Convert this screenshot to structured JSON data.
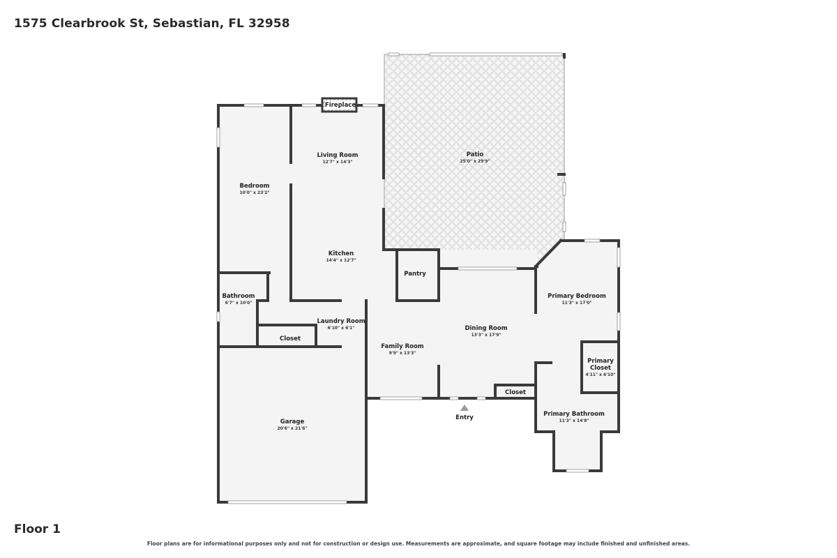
{
  "header": {
    "address": "1575 Clearbrook St, Sebastian, FL 32958"
  },
  "floor": {
    "label": "Floor 1"
  },
  "rooms": {
    "patio": {
      "name": "Patio",
      "dims": "25'0\" x 29'9\""
    },
    "living_room": {
      "name": "Living Room",
      "dims": "12'7\" x 14'3\""
    },
    "bedroom": {
      "name": "Bedroom",
      "dims": "10'0\" x 23'2\""
    },
    "kitchen": {
      "name": "Kitchen",
      "dims": "14'4\" x 12'7\""
    },
    "pantry": {
      "name": "Pantry"
    },
    "bathroom": {
      "name": "Bathroom",
      "dims": "6'7\" x 10'0\""
    },
    "laundry_room": {
      "name": "Laundry Room",
      "dims": "6'10\" x 6'1\""
    },
    "closet_hall": {
      "name": "Closet"
    },
    "family_room": {
      "name": "Family Room",
      "dims": "9'9\" x 13'3\""
    },
    "dining_room": {
      "name": "Dining Room",
      "dims": "13'3\" x 17'9\""
    },
    "closet_entry": {
      "name": "Closet"
    },
    "primary_bedroom": {
      "name": "Primary Bedroom",
      "dims": "11'3\" x 17'0\""
    },
    "primary_closet": {
      "name": "Primary Closet",
      "name_line1": "Primary",
      "name_line2": "Closet",
      "dims": "4'11\" x 6'10\""
    },
    "primary_bathroom": {
      "name": "Primary Bathroom",
      "dims": "11'3\" x 14'8\""
    },
    "garage": {
      "name": "Garage",
      "dims": "20'6\" x 21'6\""
    }
  },
  "fixtures": {
    "fireplace": "Fireplace",
    "entry": "Entry"
  },
  "footer": {
    "disclaimer": "Floor plans are for informational purposes only and not for construction or design use. Measurements are approximate, and square footage may include finished and unfinished areas."
  },
  "colors": {
    "wall": "#3a3a3a",
    "floor": "#f4f4f4",
    "background": "#ffffff"
  }
}
